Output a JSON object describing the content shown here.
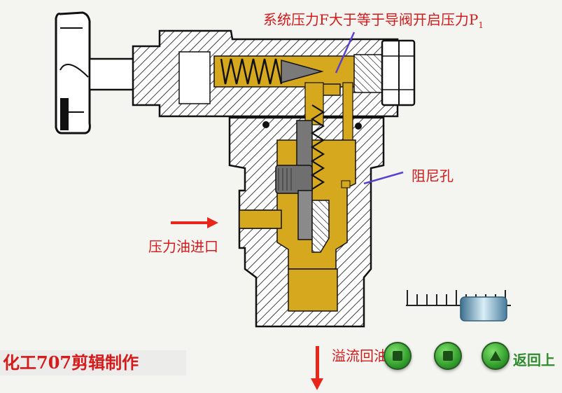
{
  "labels": {
    "system_pressure": "系统压力F大于等于导阀开启压力P",
    "system_pressure_sub": "1",
    "damping_hole": "阻尼孔",
    "inlet": "压力油进口",
    "outlet": "溢流回油箱"
  },
  "controls": {
    "back": "返回上"
  },
  "brand": {
    "text": "化工707剪辑制作"
  },
  "colors": {
    "oil": "#d5a81e",
    "label": "#d41a1a",
    "pointer": "#5b3fd1",
    "button": "#2f9a2a"
  }
}
